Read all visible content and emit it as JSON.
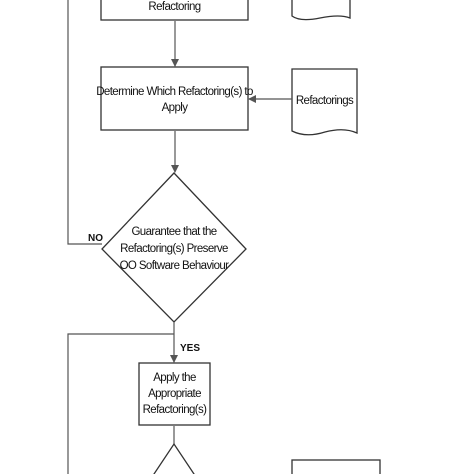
{
  "diagram": {
    "nodes": {
      "refactoring_top": {
        "text": "Refactoring"
      },
      "determine": {
        "lines": [
          "Determine Which Refactoring(s) to",
          "Apply"
        ]
      },
      "refactorings_doc": {
        "text": "Refactorings"
      },
      "guarantee": {
        "lines": [
          "Guarantee that the",
          "Refactoring(s) Preserve",
          "OO Software Behaviour"
        ]
      },
      "apply": {
        "lines": [
          "Apply the",
          "Appropriate",
          "Refactoring(s)"
        ]
      }
    },
    "edges": {
      "no_label": "NO",
      "yes_label": "YES"
    }
  },
  "colors": {
    "stroke": "#333333",
    "connector": "#555555",
    "text": "#111111"
  }
}
